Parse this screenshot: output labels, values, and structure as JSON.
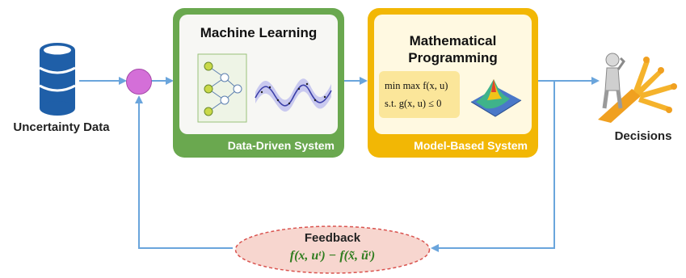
{
  "nodes": {
    "uncertainty_data": {
      "label": "Uncertainty Data"
    },
    "data_driven": {
      "title": "Machine Learning",
      "footer": "Data-Driven System"
    },
    "model_based": {
      "title_line1": "Mathematical",
      "title_line2": "Programming",
      "formula_line1": "min max f(x, u)",
      "formula_line2": "s.t.  g(x, u) ≤ 0",
      "footer": "Model-Based System"
    },
    "decisions": {
      "label": "Decisions"
    },
    "feedback": {
      "title": "Feedback",
      "formula": "f(x, uᵗ) − f(x̃, ũᵗ)"
    }
  },
  "colors": {
    "arrow": "#6aa5dc",
    "data_driven_outer": "#6aa84f",
    "model_based_outer": "#f2b705",
    "summing_node": "#d46fd8",
    "feedback_fill": "#f7d6cf",
    "feedback_border": "#d9534f",
    "feedback_formula": "#2f7d1f",
    "database_icon": "#1f5fa8"
  }
}
